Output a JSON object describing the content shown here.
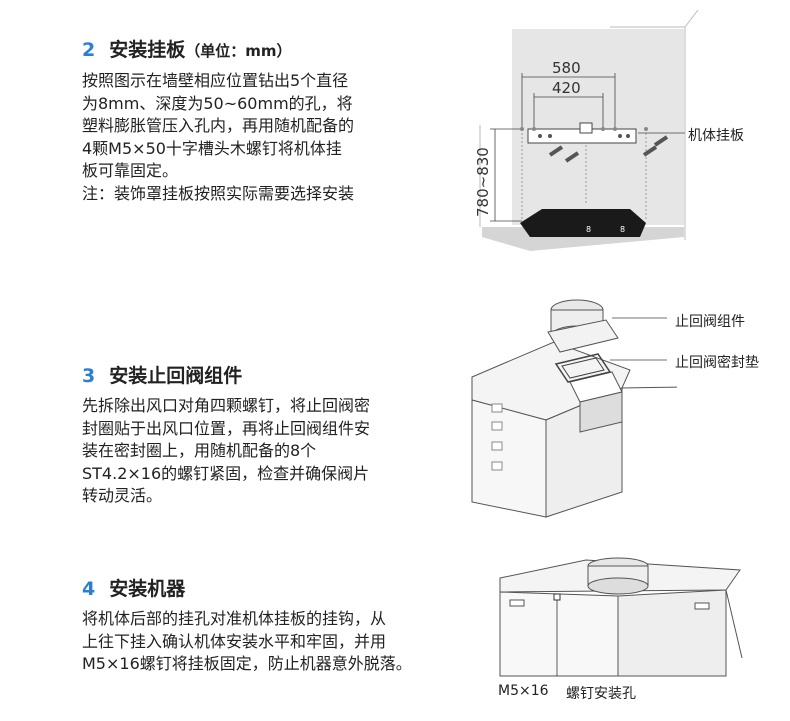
{
  "steps": [
    {
      "number": "2",
      "title": "安装挂板",
      "unit_note": "（单位：mm）",
      "body": "按照图示在墙壁相应位置钻出5个直径\n为8mm、深度为50~60mm的孔，将\n塑料膨胀管压入孔内，再用随机配备的\n4颗M5×50十字槽头木螺钉将机体挂\n板可靠固定。\n注：装饰罩挂板按照实际需要选择安装"
    },
    {
      "number": "3",
      "title": "安装止回阀组件",
      "body": "先拆除出风口对角四颗螺钉，将止回阀密\n封圈贴于出风口位置，再将止回阀组件安\n装在密封圈上，用随机配备的8个\nST4.2×16的螺钉紧固，检查并确保阀片\n转动灵活。"
    },
    {
      "number": "4",
      "title": "安装机器",
      "body": "将机体后部的挂孔对准机体挂板的挂钩，从\n上往下挂入确认机体安装水平和牢固，并用\nM5×16螺钉将挂板固定，防止机器意外脱落。"
    }
  ],
  "figure1": {
    "dim_outer": "580",
    "dim_inner": "420",
    "dim_height": "780~830",
    "callout": "机体挂板"
  },
  "figure2": {
    "callout_valve": "止回阀组件",
    "callout_seal": "止回阀密封垫"
  },
  "figure3": {
    "callout_screw": "M5×16",
    "callout_hole": "螺钉安装孔"
  },
  "colors": {
    "accent": "#2a7fd4",
    "wall": "#e6e6e6",
    "counter": "#d5d5d5",
    "cooktop": "#1a1a1a",
    "dim_line": "#444444"
  }
}
